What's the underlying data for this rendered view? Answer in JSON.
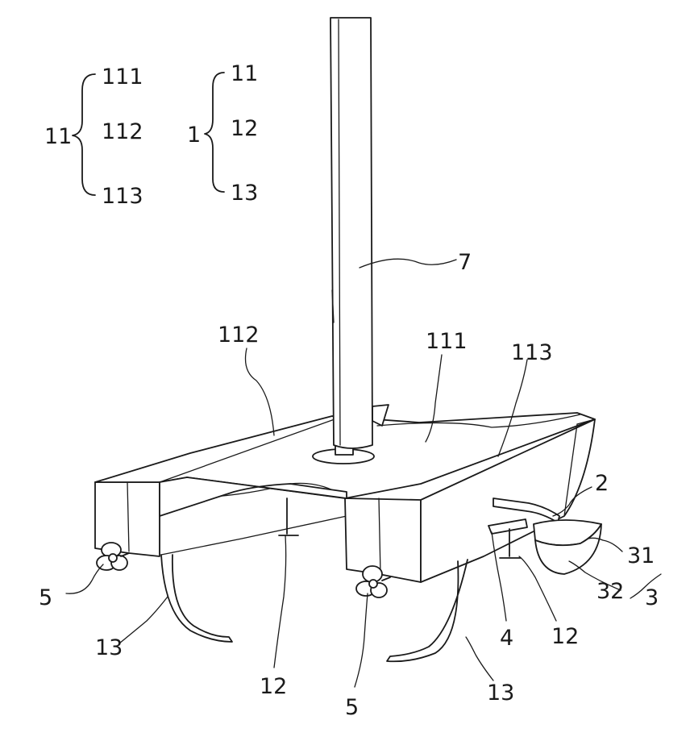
{
  "legend_groups": [
    {
      "parent": "11",
      "children": [
        "111",
        "112",
        "113"
      ]
    },
    {
      "parent": "1",
      "children": [
        "11",
        "12",
        "13"
      ]
    }
  ],
  "callouts": {
    "mast": "7",
    "left_deck": "112",
    "center_deck": "111",
    "right_deck": "113",
    "arm": "2",
    "upper_shell": "31",
    "lower_shell": "32",
    "pod_assembly": "3",
    "bracket": "4",
    "right_strut": "12",
    "center_strut": "12",
    "left_thruster": "5",
    "right_thruster": "5",
    "left_fin": "13",
    "right_fin": "13"
  }
}
